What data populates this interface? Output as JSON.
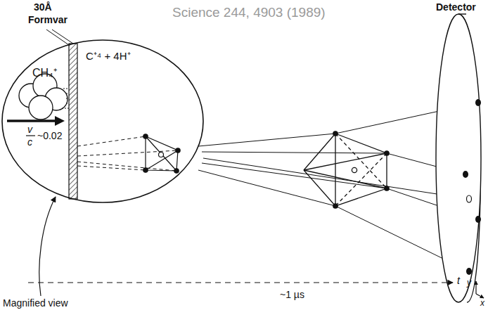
{
  "diagram": {
    "nodes": [
      {
        "text": [
          "CH₄⁺",
          "C⁺⁴ + 4H⁺",
          "v",
          "c",
          "~0.02"
        ]
      }
    ],
    "labels": [
      "Science 244, 4903 (1989)",
      "30Å",
      "Formvar",
      "Detector",
      "~1 µs",
      "t",
      "y",
      "x",
      "Magnified view"
    ]
  }
}
